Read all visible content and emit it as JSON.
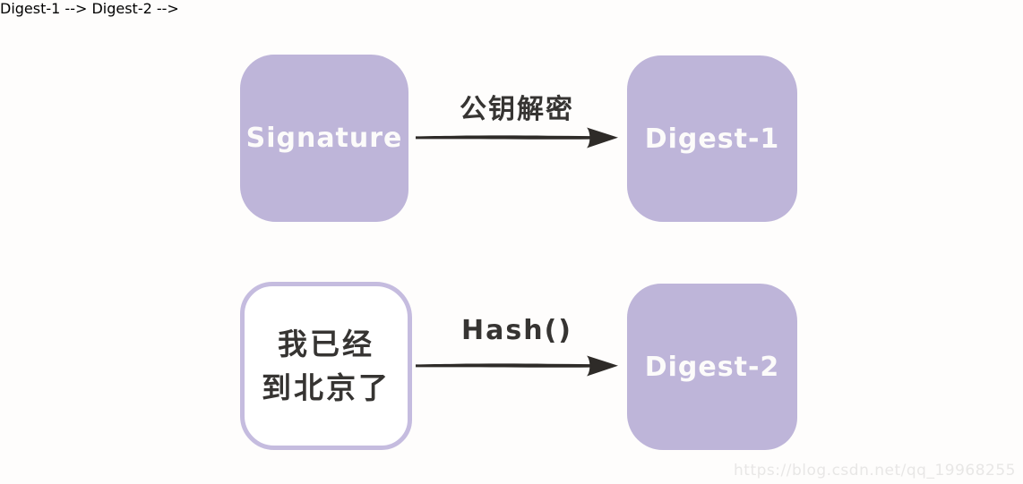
{
  "colors": {
    "pageBg": "#fefdfc",
    "boxFill": "#beb5d9",
    "outlineBorder": "#c5bcdf",
    "lightText": "#fcfbfa",
    "darkText": "#363432",
    "arrowInk": "#2e2b28",
    "watermark": "#e8e7e6"
  },
  "nodes": {
    "signature": {
      "label": "Signature"
    },
    "digest1": {
      "label": "Digest-1"
    },
    "message": {
      "line1": "我已经",
      "line2": "到北京了"
    },
    "digest2": {
      "label": "Digest-2"
    }
  },
  "arrows": {
    "decrypt": {
      "label": "公钥解密"
    },
    "hash": {
      "label": "Hash()"
    }
  },
  "watermark": {
    "text": "https://blog.csdn.net/qq_19968255"
  }
}
